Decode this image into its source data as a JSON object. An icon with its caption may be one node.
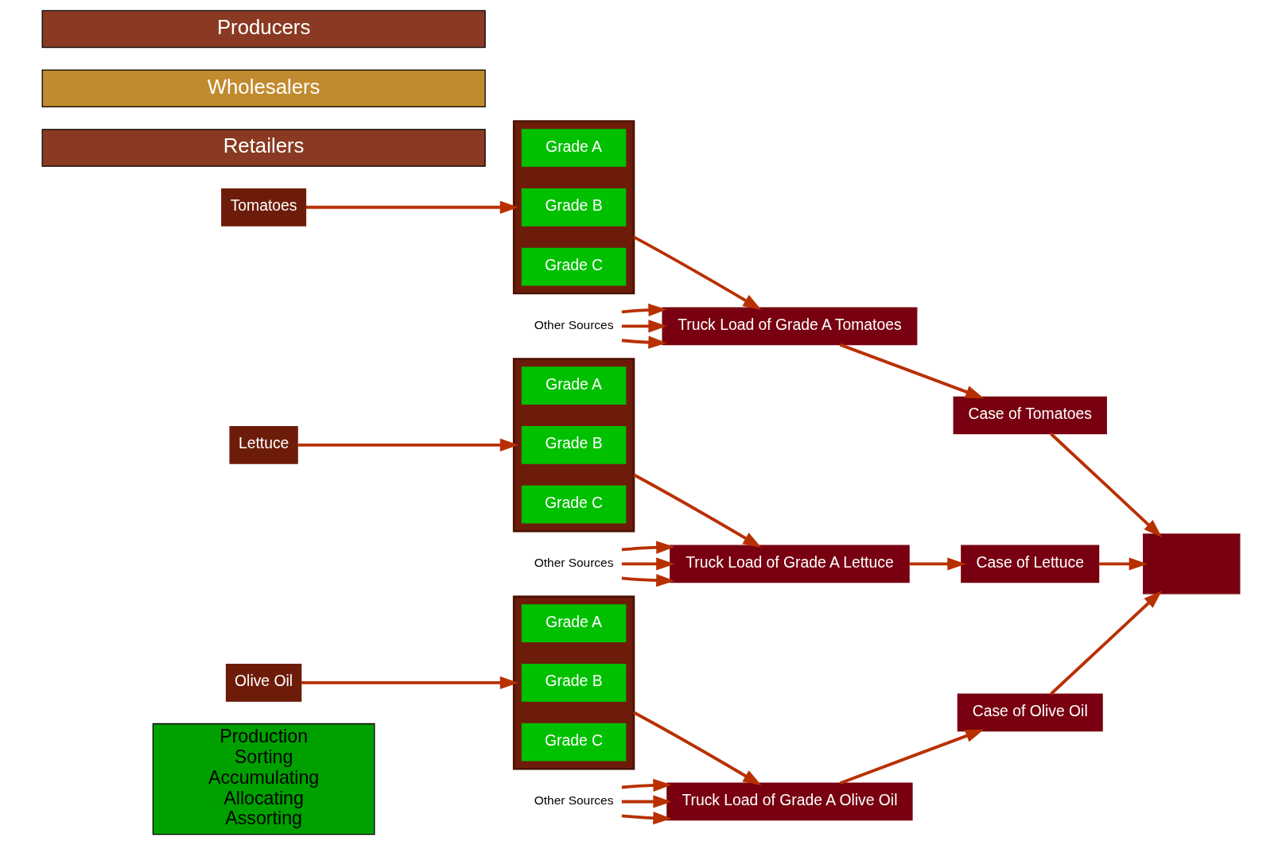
{
  "diagram": {
    "nodes": [
      {
        "text": [
          "Producers"
        ]
      },
      {
        "text": [
          "Wholesalers"
        ]
      },
      {
        "text": [
          "Retailers"
        ]
      },
      {
        "text": [
          "Tomatoes"
        ]
      },
      {
        "text": [],
        "shape": "box"
      },
      {
        "text": [
          "Grade A"
        ],
        "in": 4
      },
      {
        "text": [
          "Grade B"
        ],
        "in": 4
      },
      {
        "text": [
          "Grade C"
        ],
        "in": 4
      },
      {
        "text": [
          "Other Sources"
        ]
      },
      {
        "text": [
          "Truck Load of Grade A Tomatoes"
        ]
      },
      {
        "text": [
          "Case of Tomatoes"
        ]
      },
      {
        "text": [
          "Lettuce"
        ]
      },
      {
        "text": [],
        "shape": "box"
      },
      {
        "text": [
          "Grade A"
        ],
        "in": 12
      },
      {
        "text": [
          "Grade B"
        ],
        "in": 12
      },
      {
        "text": [
          "Grade C"
        ],
        "in": 12
      },
      {
        "text": [
          "Other Sources"
        ]
      },
      {
        "text": [
          "Truck Load of Grade A Lettuce"
        ]
      },
      {
        "text": [
          "Case of Lettuce"
        ]
      },
      {
        "text": [
          "Olive Oil"
        ]
      },
      {
        "text": [],
        "shape": "box"
      },
      {
        "text": [
          "Grade A"
        ],
        "in": 20
      },
      {
        "text": [
          "Grade B"
        ],
        "in": 20
      },
      {
        "text": [
          "Grade C"
        ],
        "in": 20
      },
      {
        "text": [
          "Other Sources"
        ]
      },
      {
        "text": [
          "Truck Load of Grade A Olive Oil"
        ]
      },
      {
        "text": [
          "Case of Olive Oil"
        ]
      },
      {
        "text": [],
        "shape": "box"
      },
      {
        "text": [
          "Production",
          "Sorting",
          "Accumulating",
          "Allocating",
          "Assorting"
        ]
      }
    ],
    "edges": [
      {
        "from": 3,
        "to": 4,
        "arrow": "to"
      },
      {
        "from": 4,
        "to": 9,
        "arrow": "to"
      },
      {
        "from": 8,
        "to": 9,
        "arrow": "to"
      },
      {
        "from": 8,
        "to": 9,
        "arrow": "to"
      },
      {
        "from": 8,
        "to": 9,
        "arrow": "to"
      },
      {
        "from": 9,
        "to": 10,
        "arrow": "to"
      },
      {
        "from": 10,
        "to": 27,
        "arrow": "to"
      },
      {
        "from": 11,
        "to": 12,
        "arrow": "to"
      },
      {
        "from": 12,
        "to": 17,
        "arrow": "to"
      },
      {
        "from": 16,
        "to": 17,
        "arrow": "to"
      },
      {
        "from": 16,
        "to": 17,
        "arrow": "to"
      },
      {
        "from": 16,
        "to": 17,
        "arrow": "to"
      },
      {
        "from": 17,
        "to": 18,
        "arrow": "to"
      },
      {
        "from": 18,
        "to": 27,
        "arrow": "to"
      },
      {
        "from": 19,
        "to": 20,
        "arrow": "to"
      },
      {
        "from": 20,
        "to": 25,
        "arrow": "to"
      },
      {
        "from": 24,
        "to": 25,
        "arrow": "to"
      },
      {
        "from": 24,
        "to": 25,
        "arrow": "to"
      },
      {
        "from": 24,
        "to": 25,
        "arrow": "to"
      },
      {
        "from": 25,
        "to": 26,
        "arrow": "to"
      },
      {
        "from": 26,
        "to": 27,
        "arrow": "to"
      }
    ]
  }
}
